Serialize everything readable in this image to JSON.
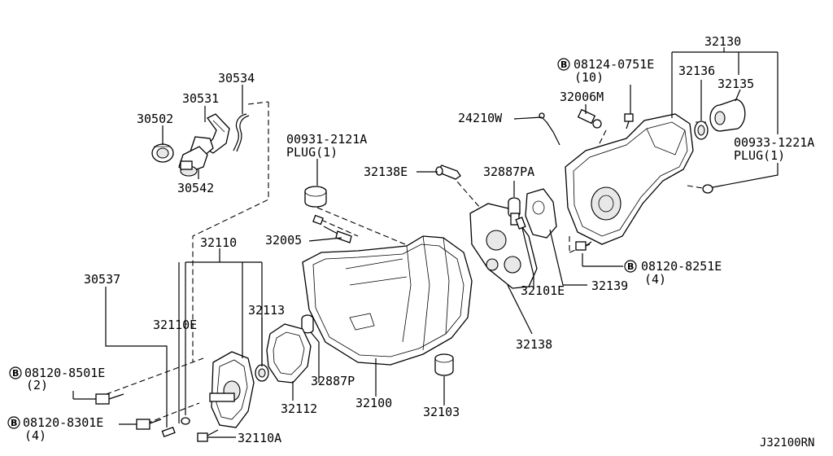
{
  "parts": {
    "p30534": "30534",
    "p30531": "30531",
    "p30502": "30502",
    "p30542": "30542",
    "p32110": "32110",
    "p30537": "30537",
    "p32113": "32113",
    "p32110E": "32110E",
    "p32112": "32112",
    "p32887P": "32887P",
    "p32110A": "32110A",
    "p32005": "32005",
    "p32100": "32100",
    "p32103": "32103",
    "p32138E": "32138E",
    "p32887PA": "32887PA",
    "p32101E": "32101E",
    "p32138": "32138",
    "p32139": "32139",
    "p24210W": "24210W",
    "p32006M": "32006M",
    "p32130": "32130",
    "p32136": "32136",
    "p32135": "32135"
  },
  "plug_left": {
    "number": "00931-2121A",
    "note": "PLUG(1)"
  },
  "plug_right": {
    "number": "00933-1221A",
    "note": "PLUG(1)"
  },
  "bolts": {
    "b1": {
      "badge": "B",
      "number": "08124-0751E",
      "qty": "(10)"
    },
    "b2": {
      "badge": "B",
      "number": "08120-8251E",
      "qty": "(4)"
    },
    "b3": {
      "badge": "B",
      "number": "08120-8501E",
      "qty": "(2)"
    },
    "b4": {
      "badge": "B",
      "number": "08120-8301E",
      "qty": "(4)"
    }
  },
  "diagram_code": "J32100RN"
}
